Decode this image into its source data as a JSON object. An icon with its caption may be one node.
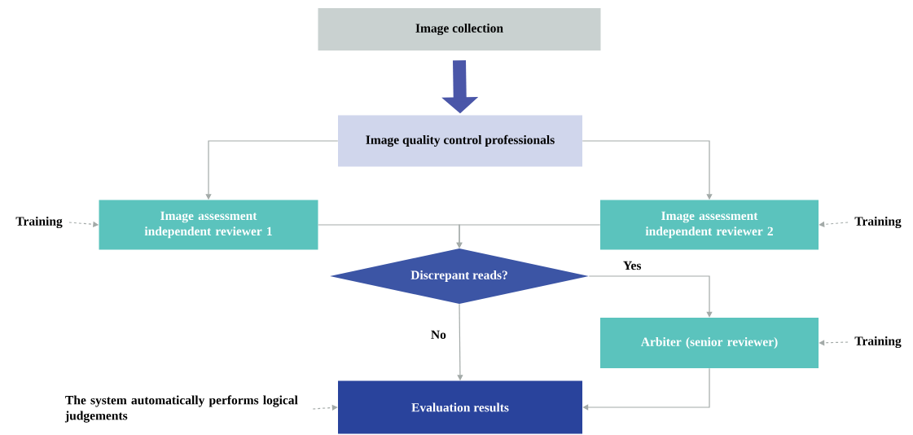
{
  "diagram": {
    "nodes": [
      {
        "text": [
          "Image collection"
        ]
      },
      {
        "text": [
          "Image quality control professionals"
        ]
      },
      {
        "text": [
          "Image assessment independent reviewer 1"
        ]
      },
      {
        "text": [
          "Image assessment independent reviewer 2"
        ]
      },
      {
        "text": [
          "Discrepant reads?"
        ]
      },
      {
        "text": [
          "Arbiter (senior reviewer)"
        ]
      },
      {
        "text": [
          "Evaluation results"
        ]
      },
      {
        "text": [
          "Training"
        ]
      },
      {
        "text": [
          "Training"
        ]
      },
      {
        "text": [
          "Training"
        ]
      },
      {
        "text": [
          "The system automatically performs logical judgements"
        ]
      }
    ],
    "edges": [
      {
        "from": 0,
        "to": 1,
        "arrow": "to",
        "style": "thick",
        "color": "#4a56a8"
      },
      {
        "from": 1,
        "to": 2,
        "arrow": "to"
      },
      {
        "from": 1,
        "to": 3,
        "arrow": "to"
      },
      {
        "from": 2,
        "to": 4,
        "arrow": "to"
      },
      {
        "from": 3,
        "to": 4,
        "arrow": "to"
      },
      {
        "from": 4,
        "to": 6,
        "arrow": "to",
        "label": "No"
      },
      {
        "from": 4,
        "to": 5,
        "arrow": "to",
        "label": "Yes"
      },
      {
        "from": 5,
        "to": 6,
        "arrow": "to"
      },
      {
        "from": 7,
        "to": 2,
        "arrow": "to",
        "style": "dashed"
      },
      {
        "from": 8,
        "to": 3,
        "arrow": "to",
        "style": "dashed"
      },
      {
        "from": 9,
        "to": 5,
        "arrow": "to",
        "style": "dashed"
      },
      {
        "from": 10,
        "to": 6,
        "arrow": "to",
        "style": "dashed"
      }
    ]
  }
}
